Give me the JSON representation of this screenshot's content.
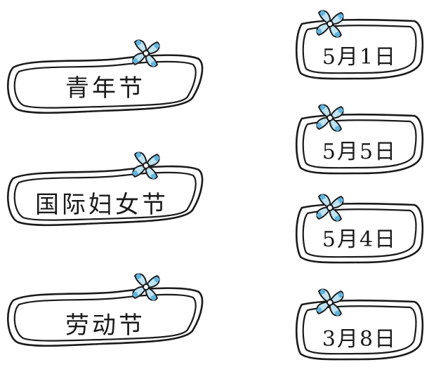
{
  "colors": {
    "outline": "#1a1a1a",
    "blade_fill": "#bfe3f2",
    "blade_tip": "#5fb4de"
  },
  "holidays": [
    {
      "label": "青年节"
    },
    {
      "label": "国际妇女节"
    },
    {
      "label": "劳动节"
    }
  ],
  "dates": [
    {
      "label": "5月1日"
    },
    {
      "label": "5月5日"
    },
    {
      "label": "5月4日"
    },
    {
      "label": "3月8日"
    }
  ],
  "decoration_icon": "pinwheel-icon"
}
